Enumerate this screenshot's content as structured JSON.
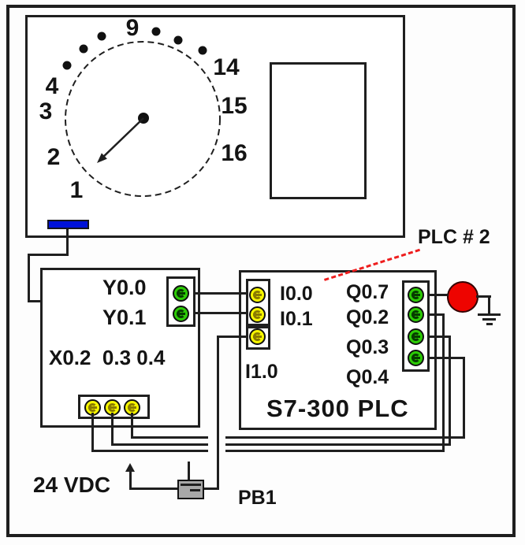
{
  "selector_panel": {
    "dial_positions": [
      "9",
      "14",
      "15",
      "16",
      "4",
      "3",
      "2",
      "1"
    ]
  },
  "interface_box": {
    "output_labels": [
      "Y0.0",
      "Y0.1"
    ],
    "input_row_label": "X0.2  0.3 0.4"
  },
  "plc_box": {
    "callout": "PLC # 2",
    "input_labels": [
      "I0.0",
      "I0.1",
      "I1.0"
    ],
    "output_labels": [
      "Q0.7",
      "Q0.2",
      "Q0.3",
      "Q0.4"
    ],
    "title": "S7-300 PLC"
  },
  "bottom": {
    "power_label": "24 VDC",
    "pushbutton_label": "PB1"
  },
  "colors": {
    "terminal_green": "#2ccc05",
    "terminal_yellow": "#f6f600",
    "lamp_red": "#ee0400",
    "switch_blue": "#0012d9",
    "callout_red": "#ee1e1e",
    "line_black": "#1f1f1f"
  }
}
